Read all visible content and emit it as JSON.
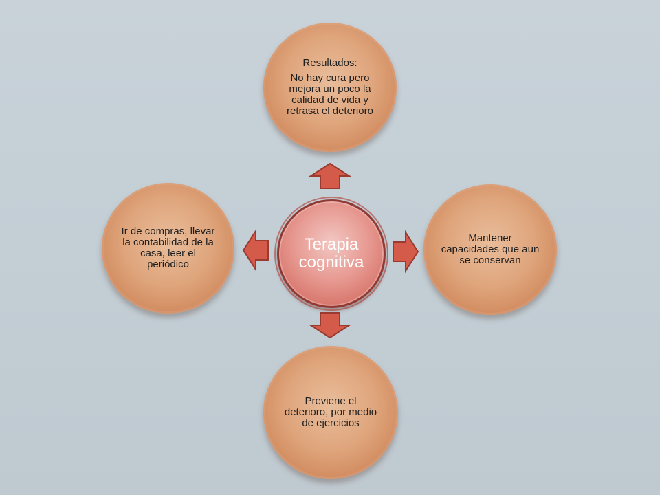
{
  "center": {
    "line1": "Terapia",
    "line2": "cognitiva"
  },
  "top": {
    "heading": "Resultados:",
    "body": "No hay cura pero mejora un poco la calidad de vida y retrasa el deterioro"
  },
  "right": {
    "body": "Mantener capacidades que aun se conservan"
  },
  "bottom": {
    "body": "Previene el deterioro, por medio de ejercicios"
  },
  "left": {
    "body": "Ir de compras, llevar la contabilidad de la casa, leer el periódico"
  },
  "colors": {
    "outer_circle": "#dfa57c",
    "center_circle": "#e08a82",
    "arrow_fill": "#d45a4a",
    "arrow_stroke": "#9a3a30",
    "background": "#c5cfd6"
  },
  "arrows": [
    "up-arrow",
    "right-arrow",
    "down-arrow",
    "left-arrow"
  ]
}
